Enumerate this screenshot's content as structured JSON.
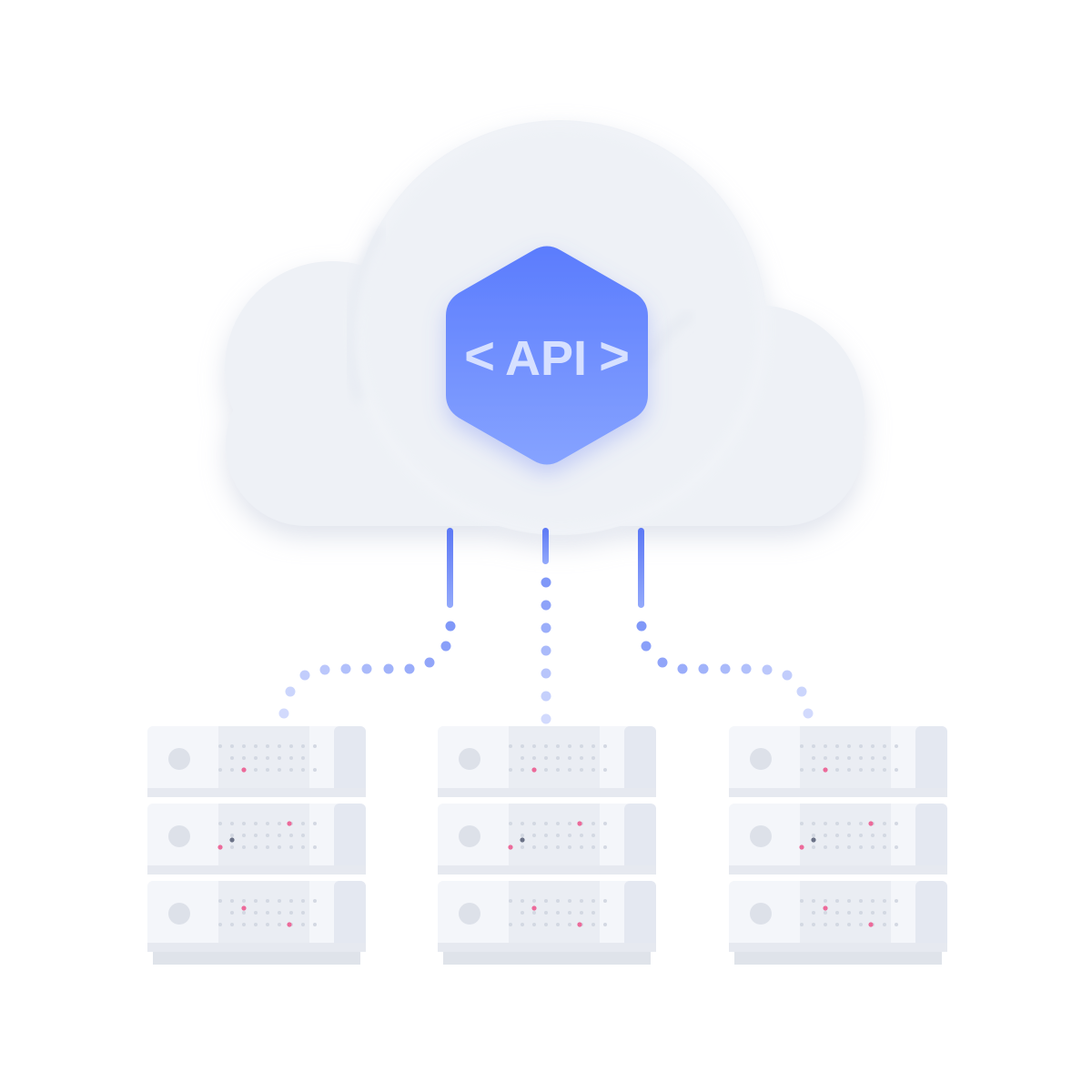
{
  "badge": {
    "open_bracket": "<",
    "label": "API",
    "close_bracket": ">"
  },
  "servers": [
    {
      "name": "left-server",
      "units": 3
    },
    {
      "name": "center-server",
      "units": 3
    },
    {
      "name": "right-server",
      "units": 3
    }
  ],
  "connector_count": 3,
  "colors": {
    "cloud": "#eef1f6",
    "cloud_shadow": "#dfe4ee",
    "badge_top": "#5b7cfd",
    "badge_bottom": "#86a3ff",
    "badge_text": "#d6e0ff",
    "connector": "#6a86f7",
    "server_face": "#f4f6fa",
    "server_side": "#e4e8f1",
    "server_base": "#dfe3ea",
    "led_pink": "#ec6a9a",
    "led_dark": "#6b7287",
    "vent_dot": "#d3d8e2"
  }
}
